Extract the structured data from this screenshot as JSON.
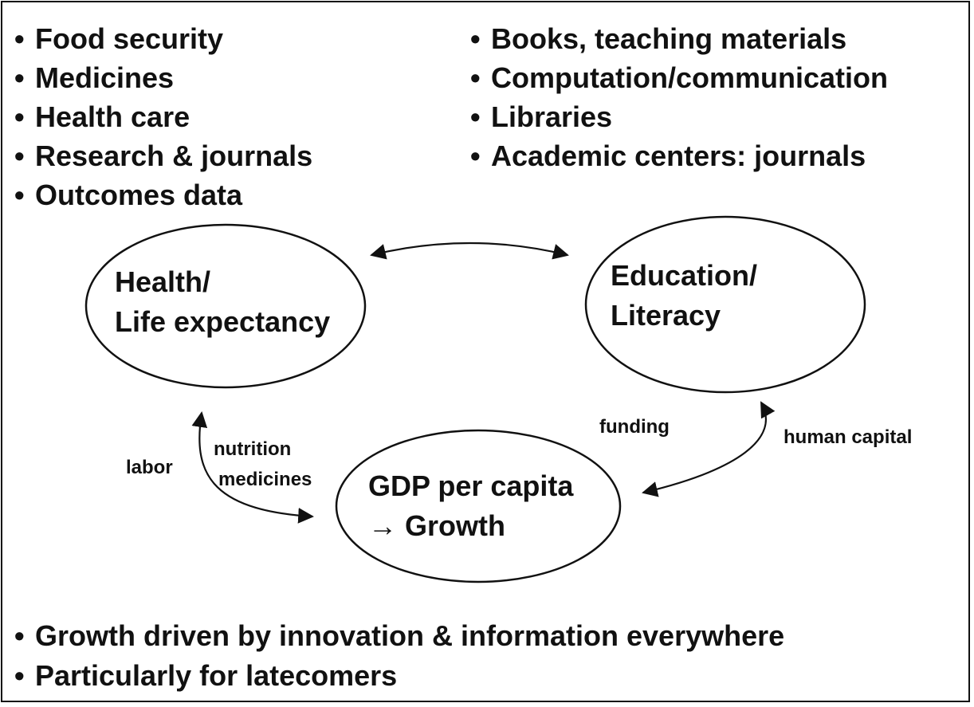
{
  "lists": {
    "left": [
      "Food security",
      "Medicines",
      "Health care",
      "Research & journals",
      "Outcomes data"
    ],
    "right": [
      "Books, teaching materials",
      "Computation/communication",
      "Libraries",
      "Academic centers: journals"
    ],
    "bottom": [
      "Growth driven by innovation & information everywhere",
      "Particularly for latecomers"
    ]
  },
  "bullet": "•",
  "nodes": {
    "health": {
      "line1": "Health/",
      "line2": "Life expectancy"
    },
    "education": {
      "line1": "Education/",
      "line2": "Literacy"
    },
    "gdp": {
      "line1": "GDP per capita",
      "line2": "→ Growth"
    }
  },
  "edge_labels": {
    "labor": "labor",
    "nutrition": "nutrition",
    "medicines": "medicines",
    "funding": "funding",
    "human_capital": "human capital"
  }
}
